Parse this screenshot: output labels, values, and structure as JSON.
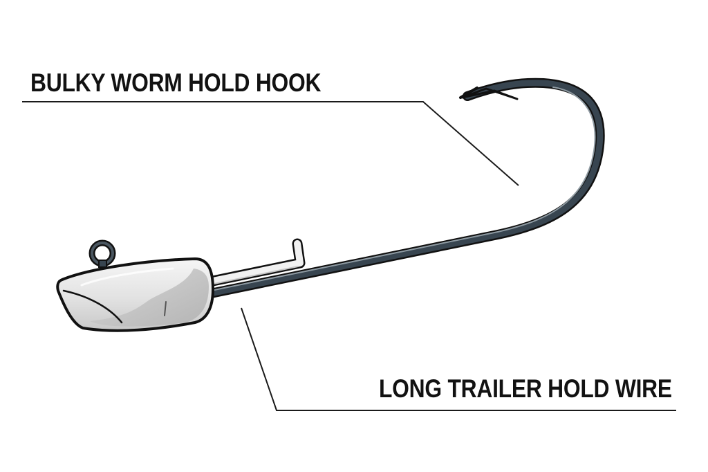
{
  "diagram": {
    "callouts": [
      {
        "id": "hook",
        "label": "BULKY WORM HOLD HOOK"
      },
      {
        "id": "wire",
        "label": "LONG TRAILER HOLD WIRE"
      }
    ],
    "colors": {
      "hook_body": "#384550",
      "hook_outline": "#111111",
      "hook_highlight": "#9aa5ac",
      "head_fill": "#e6e6e6",
      "head_shade": "#c2c2c2",
      "wire_fill": "#f1f1f1",
      "leader_line": "#1a1a1a",
      "background": "#ffffff"
    }
  }
}
